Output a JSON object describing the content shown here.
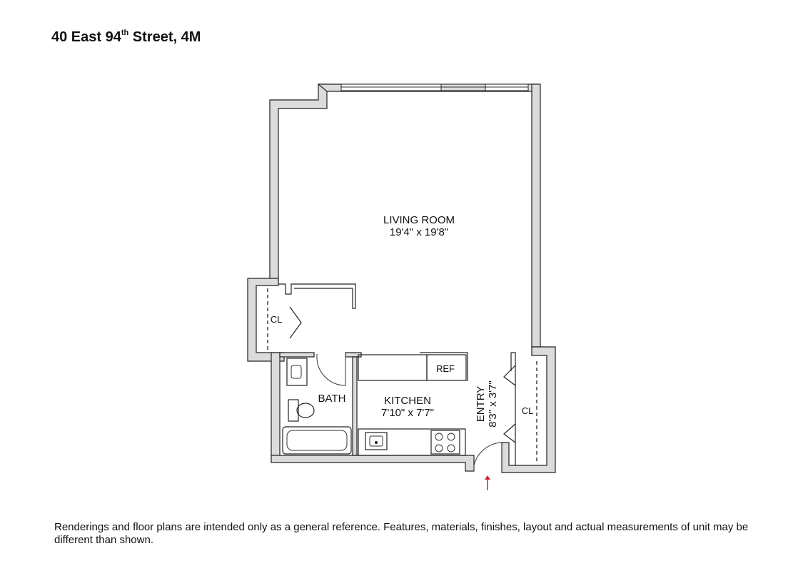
{
  "header": {
    "address_main": "40 East 94",
    "address_sup": "th",
    "address_rest": " Street, 4M"
  },
  "rooms": {
    "living": {
      "name": "LIVING ROOM",
      "dims": "19'4\" x 19'8\""
    },
    "kitchen": {
      "name": "KITCHEN",
      "dims": "7'10\" x 7'7\""
    },
    "bath": {
      "name": "BATH"
    },
    "entry": {
      "name": "ENTRY",
      "dims": "8'3\" x 3'7\""
    },
    "closet_left": {
      "name": "CL"
    },
    "closet_right": {
      "name": "CL"
    },
    "refrigerator": {
      "name": "REF"
    }
  },
  "entrance_arrow_color": "#d62020",
  "footer": {
    "disclaimer": "Renderings and floor plans are intended only as a general reference. Features, materials, finishes, layout and actual measurements of unit may be different than shown."
  }
}
